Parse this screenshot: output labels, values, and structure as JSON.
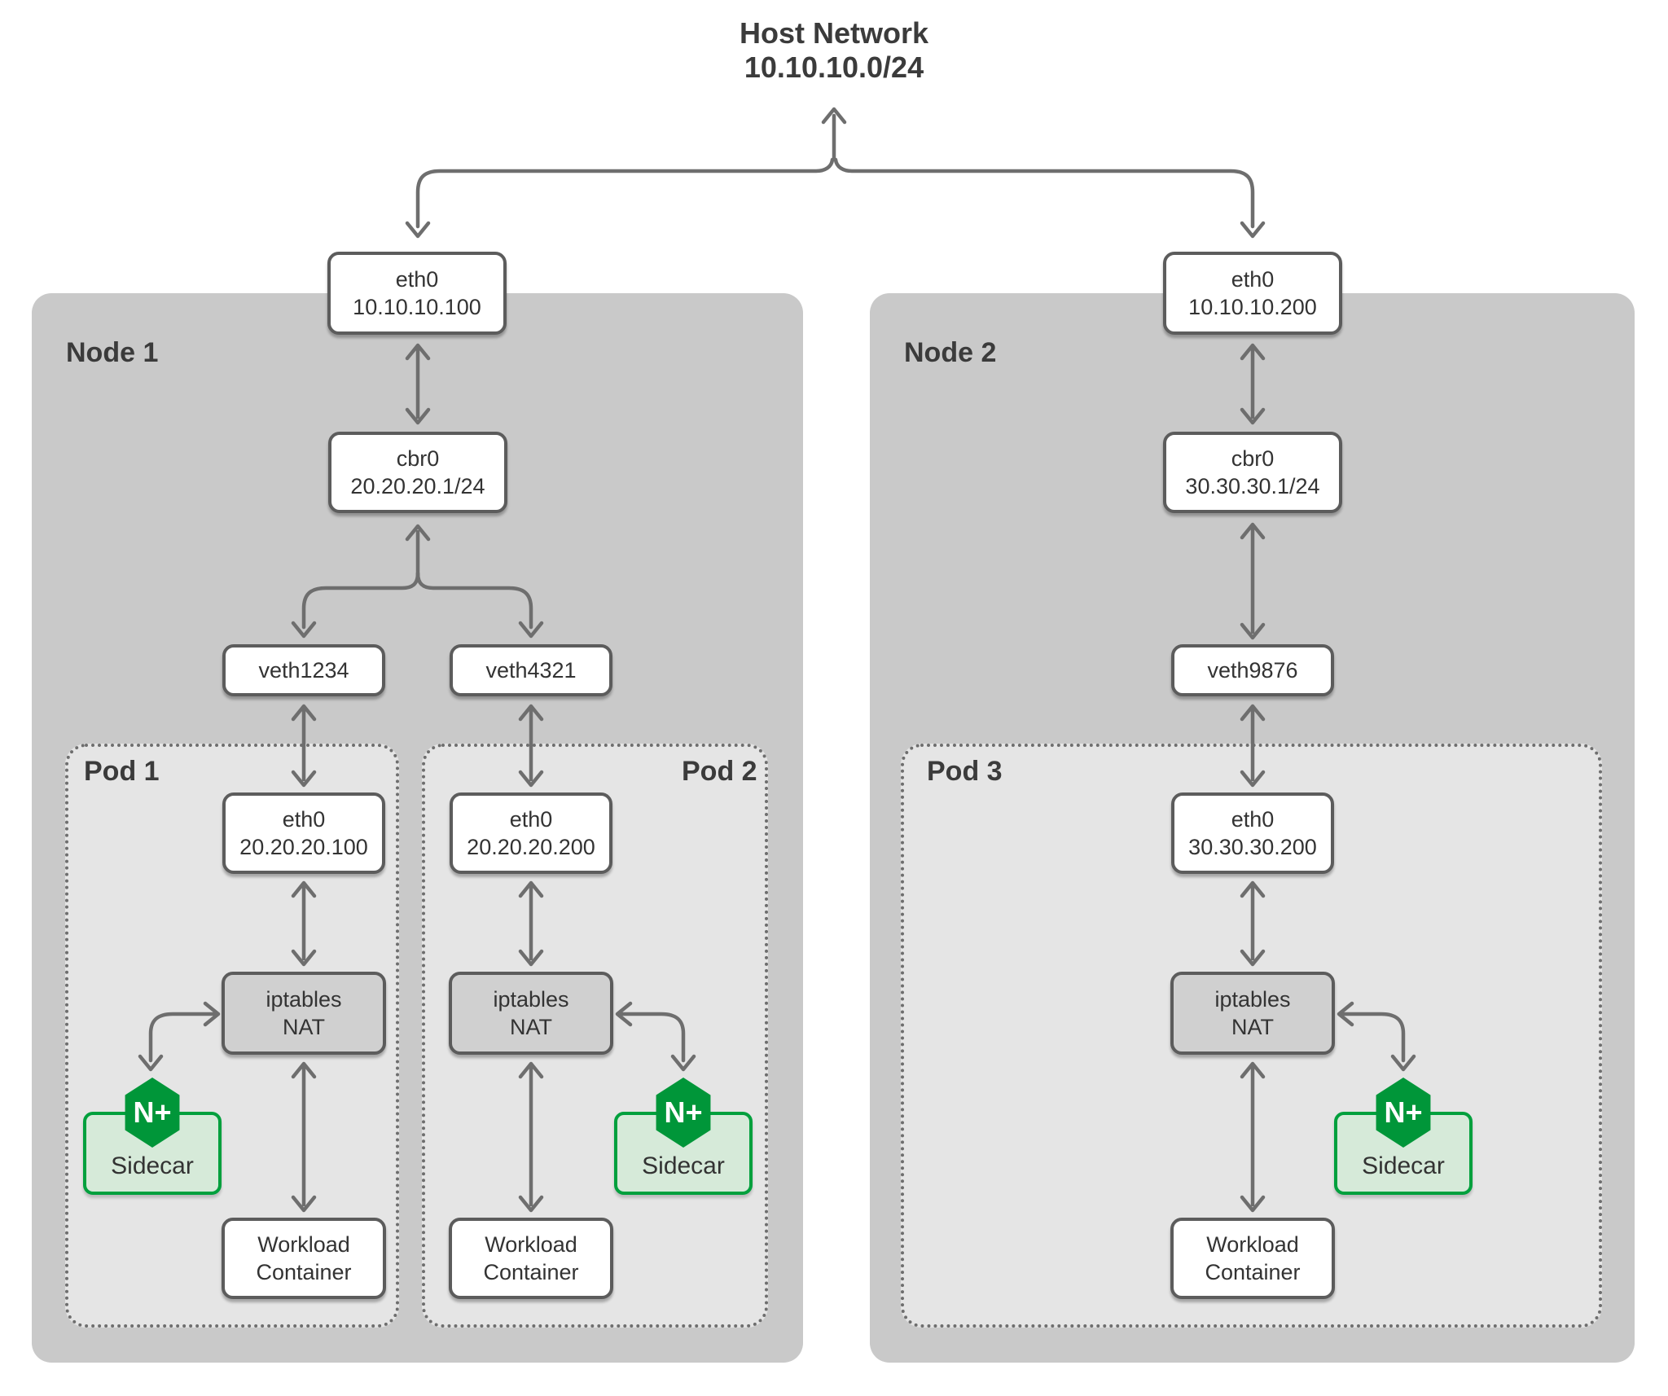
{
  "title": {
    "line1": "Host Network",
    "line2": "10.10.10.0/24"
  },
  "colors": {
    "node_fill": "#c9c9c9",
    "pod_fill": "#e5e5e5",
    "pod_border": "#6e6e6e",
    "box_border": "#5c5c5c",
    "box_fill": "#ffffff",
    "nat_fill": "#d0d0d0",
    "arrow": "#6e6e6e",
    "text_dark": "#333333",
    "label": "#3b3b3b",
    "nginx_green": "#009639",
    "sidecar_fill": "#d6ead9",
    "sidecar_border": "#00a03d",
    "badge_text": "#ffffff"
  },
  "nodes": [
    {
      "label": "Node 1",
      "eth_line1": "eth0",
      "eth_line2": "10.10.10.100",
      "cbr_line1": "cbr0",
      "cbr_line2": "20.20.20.1/24"
    },
    {
      "label": "Node 2",
      "eth_line1": "eth0",
      "eth_line2": "10.10.10.200",
      "cbr_line1": "cbr0",
      "cbr_line2": "30.30.30.1/24"
    }
  ],
  "veths": [
    {
      "label": "veth1234"
    },
    {
      "label": "veth4321"
    },
    {
      "label": "veth9876"
    }
  ],
  "pods": [
    {
      "label": "Pod 1",
      "eth_line1": "eth0",
      "eth_line2": "20.20.20.100",
      "nat_line1": "iptables",
      "nat_line2": "NAT",
      "sidecar_badge": "N+",
      "sidecar_label": "Sidecar",
      "workload_line1": "Workload",
      "workload_line2": "Container"
    },
    {
      "label": "Pod 2",
      "eth_line1": "eth0",
      "eth_line2": "20.20.20.200",
      "nat_line1": "iptables",
      "nat_line2": "NAT",
      "sidecar_badge": "N+",
      "sidecar_label": "Sidecar",
      "workload_line1": "Workload",
      "workload_line2": "Container"
    },
    {
      "label": "Pod 3",
      "eth_line1": "eth0",
      "eth_line2": "30.30.30.200",
      "nat_line1": "iptables",
      "nat_line2": "NAT",
      "sidecar_badge": "N+",
      "sidecar_label": "Sidecar",
      "workload_line1": "Workload",
      "workload_line2": "Container"
    }
  ]
}
